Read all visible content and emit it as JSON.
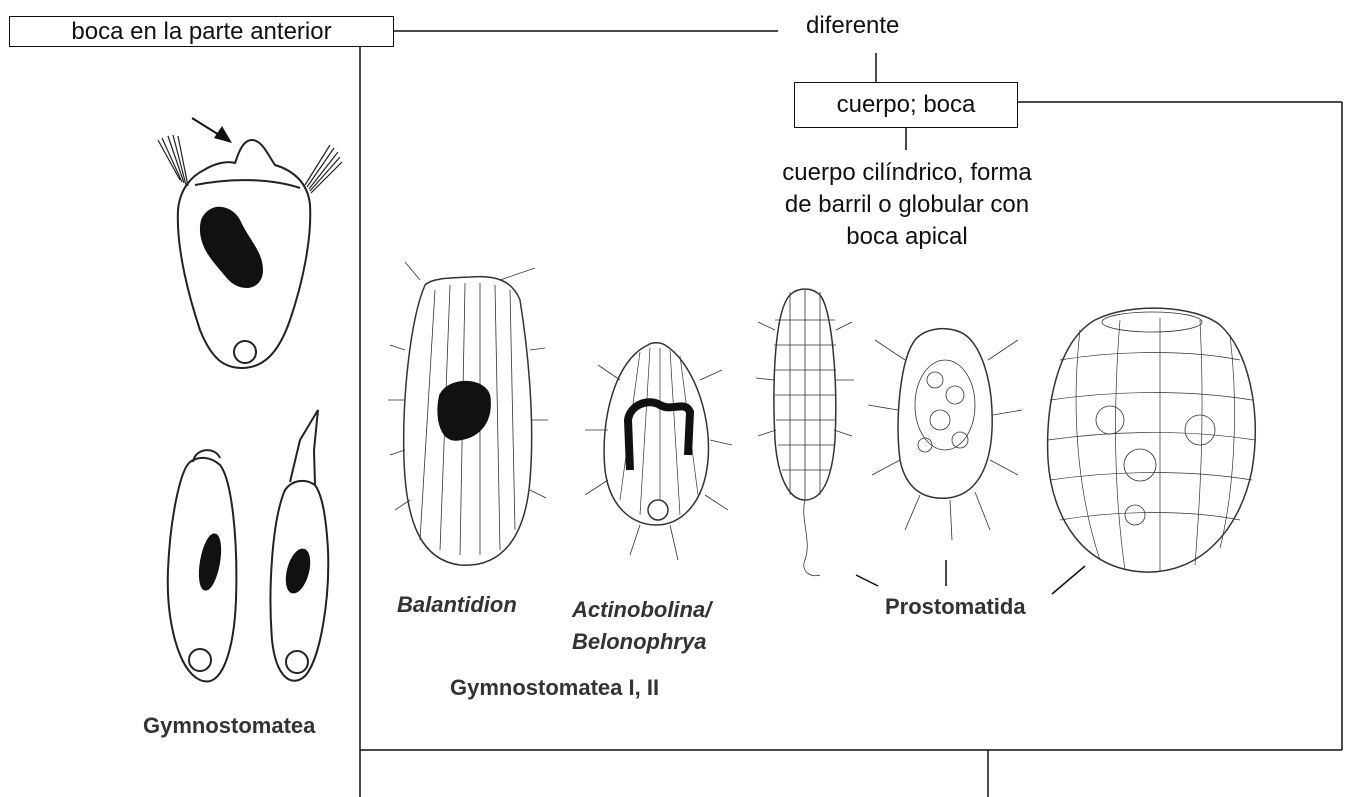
{
  "header": {
    "left_box": "boca en la parte anterior",
    "top_label": "diferente",
    "mid_box": "cuerpo; boca",
    "description": [
      "cuerpo cilíndrico, forma",
      "de barril o globular con",
      "boca apical"
    ]
  },
  "captions": {
    "left_group": "Gymnostomatea",
    "balantidion": "Balantidion",
    "actinobolina": [
      "Actinobolina/",
      "Belonophrya"
    ],
    "prostomatida": "Prostomatida",
    "group_bottom": "Gymnostomatea I, II"
  },
  "colors": {
    "line": "#111111",
    "ink": "#222222",
    "background": "#ffffff"
  }
}
